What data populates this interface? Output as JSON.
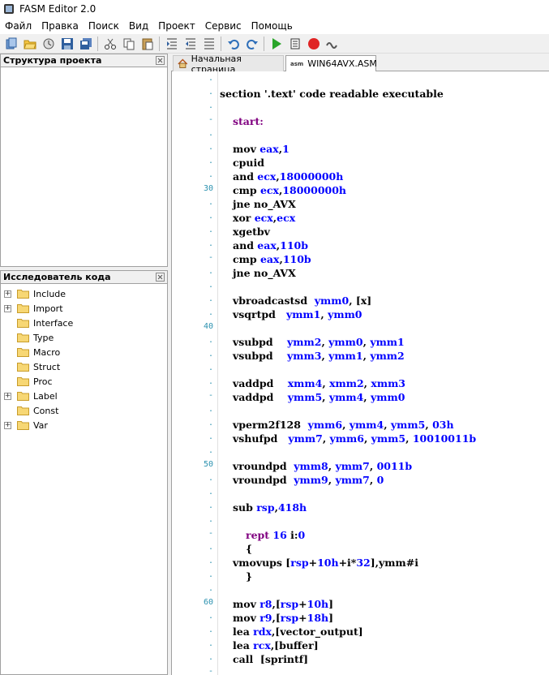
{
  "window": {
    "title": "FASM Editor 2.0"
  },
  "menu": [
    "Файл",
    "Правка",
    "Поиск",
    "Вид",
    "Проект",
    "Сервис",
    "Помощь"
  ],
  "toolbar_icons": [
    "new-project-icon",
    "open-icon",
    "open-recent-icon",
    "save-icon",
    "save-all-icon",
    "cut-icon",
    "copy-icon",
    "paste-icon",
    "indent-icon",
    "outdent-icon",
    "align-icon",
    "undo-icon",
    "redo-icon",
    "run-icon",
    "build-icon",
    "stop-icon",
    "debug-icon"
  ],
  "project_panel": {
    "title": "Структура проекта"
  },
  "explorer_panel": {
    "title": "Исследователь кода",
    "items": [
      {
        "label": "Include",
        "expandable": true
      },
      {
        "label": "Import",
        "expandable": true
      },
      {
        "label": "Interface",
        "expandable": false
      },
      {
        "label": "Type",
        "expandable": false
      },
      {
        "label": "Macro",
        "expandable": false
      },
      {
        "label": "Struct",
        "expandable": false
      },
      {
        "label": "Proc",
        "expandable": false
      },
      {
        "label": "Label",
        "expandable": true
      },
      {
        "label": "Const",
        "expandable": false
      },
      {
        "label": "Var",
        "expandable": true
      }
    ]
  },
  "tabs": [
    {
      "label": "Начальная страница",
      "active": false
    },
    {
      "label": "WIN64AVX.ASM",
      "tag": "asm",
      "active": true
    }
  ],
  "editor": {
    "gutter": [
      {
        "row": 0,
        "text": "."
      },
      {
        "row": 1,
        "text": "."
      },
      {
        "row": 2,
        "text": "."
      },
      {
        "row": 3,
        "text": "-"
      },
      {
        "row": 4,
        "text": "."
      },
      {
        "row": 5,
        "text": "."
      },
      {
        "row": 6,
        "text": "."
      },
      {
        "row": 7,
        "text": "."
      },
      {
        "row": 8,
        "text": "30"
      },
      {
        "row": 9,
        "text": "."
      },
      {
        "row": 10,
        "text": "."
      },
      {
        "row": 11,
        "text": "."
      },
      {
        "row": 12,
        "text": "."
      },
      {
        "row": 13,
        "text": "-"
      },
      {
        "row": 14,
        "text": "."
      },
      {
        "row": 15,
        "text": "."
      },
      {
        "row": 16,
        "text": "."
      },
      {
        "row": 17,
        "text": "."
      },
      {
        "row": 18,
        "text": "40"
      },
      {
        "row": 19,
        "text": "."
      },
      {
        "row": 20,
        "text": "."
      },
      {
        "row": 21,
        "text": "."
      },
      {
        "row": 22,
        "text": "."
      },
      {
        "row": 23,
        "text": "-"
      },
      {
        "row": 24,
        "text": "."
      },
      {
        "row": 25,
        "text": "."
      },
      {
        "row": 26,
        "text": "."
      },
      {
        "row": 27,
        "text": "."
      },
      {
        "row": 28,
        "text": "50"
      },
      {
        "row": 29,
        "text": "."
      },
      {
        "row": 30,
        "text": "."
      },
      {
        "row": 31,
        "text": "."
      },
      {
        "row": 32,
        "text": "."
      },
      {
        "row": 33,
        "text": "-"
      },
      {
        "row": 34,
        "text": "."
      },
      {
        "row": 35,
        "text": "."
      },
      {
        "row": 36,
        "text": "."
      },
      {
        "row": 37,
        "text": "."
      },
      {
        "row": 38,
        "text": "60"
      },
      {
        "row": 39,
        "text": "."
      },
      {
        "row": 40,
        "text": "."
      },
      {
        "row": 41,
        "text": "."
      },
      {
        "row": 42,
        "text": "."
      },
      {
        "row": 43,
        "text": "-"
      }
    ],
    "lines": [
      {
        "row": 1,
        "indent": 0,
        "tokens": [
          {
            "t": "section "
          },
          {
            "t": "'.text'",
            "c": "str"
          },
          {
            "t": " code readable executable"
          }
        ]
      },
      {
        "row": 3,
        "indent": 2,
        "tokens": [
          {
            "t": "start:",
            "c": "lbl"
          }
        ]
      },
      {
        "row": 5,
        "indent": 2,
        "tokens": [
          {
            "t": "mov "
          },
          {
            "t": "eax",
            "c": "reg"
          },
          {
            "t": ","
          },
          {
            "t": "1",
            "c": "num"
          }
        ]
      },
      {
        "row": 6,
        "indent": 2,
        "tokens": [
          {
            "t": "cpuid"
          }
        ]
      },
      {
        "row": 7,
        "indent": 2,
        "tokens": [
          {
            "t": "and "
          },
          {
            "t": "ecx",
            "c": "reg"
          },
          {
            "t": ","
          },
          {
            "t": "18000000h",
            "c": "num"
          }
        ]
      },
      {
        "row": 8,
        "indent": 2,
        "tokens": [
          {
            "t": "cmp "
          },
          {
            "t": "ecx",
            "c": "reg"
          },
          {
            "t": ","
          },
          {
            "t": "18000000h",
            "c": "num"
          }
        ]
      },
      {
        "row": 9,
        "indent": 2,
        "tokens": [
          {
            "t": "jne no_AVX"
          }
        ]
      },
      {
        "row": 10,
        "indent": 2,
        "tokens": [
          {
            "t": "xor "
          },
          {
            "t": "ecx",
            "c": "reg"
          },
          {
            "t": ","
          },
          {
            "t": "ecx",
            "c": "reg"
          }
        ]
      },
      {
        "row": 11,
        "indent": 2,
        "tokens": [
          {
            "t": "xgetbv"
          }
        ]
      },
      {
        "row": 12,
        "indent": 2,
        "tokens": [
          {
            "t": "and "
          },
          {
            "t": "eax",
            "c": "reg"
          },
          {
            "t": ","
          },
          {
            "t": "110b",
            "c": "num"
          }
        ]
      },
      {
        "row": 13,
        "indent": 2,
        "tokens": [
          {
            "t": "cmp "
          },
          {
            "t": "eax",
            "c": "reg"
          },
          {
            "t": ","
          },
          {
            "t": "110b",
            "c": "num"
          }
        ]
      },
      {
        "row": 14,
        "indent": 2,
        "tokens": [
          {
            "t": "jne no_AVX"
          }
        ]
      },
      {
        "row": 16,
        "indent": 2,
        "tokens": [
          {
            "t": "vbroadcastsd  "
          },
          {
            "t": "ymm0",
            "c": "reg"
          },
          {
            "t": ", [x]"
          }
        ]
      },
      {
        "row": 17,
        "indent": 2,
        "tokens": [
          {
            "t": "vsqrtpd   "
          },
          {
            "t": "ymm1",
            "c": "reg"
          },
          {
            "t": ", "
          },
          {
            "t": "ymm0",
            "c": "reg"
          }
        ]
      },
      {
        "row": 19,
        "indent": 2,
        "tokens": [
          {
            "t": "vsubpd    "
          },
          {
            "t": "ymm2",
            "c": "reg"
          },
          {
            "t": ", "
          },
          {
            "t": "ymm0",
            "c": "reg"
          },
          {
            "t": ", "
          },
          {
            "t": "ymm1",
            "c": "reg"
          }
        ]
      },
      {
        "row": 20,
        "indent": 2,
        "tokens": [
          {
            "t": "vsubpd    "
          },
          {
            "t": "ymm3",
            "c": "reg"
          },
          {
            "t": ", "
          },
          {
            "t": "ymm1",
            "c": "reg"
          },
          {
            "t": ", "
          },
          {
            "t": "ymm2",
            "c": "reg"
          }
        ]
      },
      {
        "row": 22,
        "indent": 2,
        "tokens": [
          {
            "t": "vaddpd    "
          },
          {
            "t": "xmm4",
            "c": "reg"
          },
          {
            "t": ", "
          },
          {
            "t": "xmm2",
            "c": "reg"
          },
          {
            "t": ", "
          },
          {
            "t": "xmm3",
            "c": "reg"
          }
        ]
      },
      {
        "row": 23,
        "indent": 2,
        "tokens": [
          {
            "t": "vaddpd    "
          },
          {
            "t": "ymm5",
            "c": "reg"
          },
          {
            "t": ", "
          },
          {
            "t": "ymm4",
            "c": "reg"
          },
          {
            "t": ", "
          },
          {
            "t": "ymm0",
            "c": "reg"
          }
        ]
      },
      {
        "row": 25,
        "indent": 2,
        "tokens": [
          {
            "t": "vperm2f128  "
          },
          {
            "t": "ymm6",
            "c": "reg"
          },
          {
            "t": ", "
          },
          {
            "t": "ymm4",
            "c": "reg"
          },
          {
            "t": ", "
          },
          {
            "t": "ymm5",
            "c": "reg"
          },
          {
            "t": ", "
          },
          {
            "t": "03h",
            "c": "num"
          }
        ]
      },
      {
        "row": 26,
        "indent": 2,
        "tokens": [
          {
            "t": "vshufpd   "
          },
          {
            "t": "ymm7",
            "c": "reg"
          },
          {
            "t": ", "
          },
          {
            "t": "ymm6",
            "c": "reg"
          },
          {
            "t": ", "
          },
          {
            "t": "ymm5",
            "c": "reg"
          },
          {
            "t": ", "
          },
          {
            "t": "10010011b",
            "c": "num"
          }
        ]
      },
      {
        "row": 28,
        "indent": 2,
        "tokens": [
          {
            "t": "vroundpd  "
          },
          {
            "t": "ymm8",
            "c": "reg"
          },
          {
            "t": ", "
          },
          {
            "t": "ymm7",
            "c": "reg"
          },
          {
            "t": ", "
          },
          {
            "t": "0011b",
            "c": "num"
          }
        ]
      },
      {
        "row": 29,
        "indent": 2,
        "tokens": [
          {
            "t": "vroundpd  "
          },
          {
            "t": "ymm9",
            "c": "reg"
          },
          {
            "t": ", "
          },
          {
            "t": "ymm7",
            "c": "reg"
          },
          {
            "t": ", "
          },
          {
            "t": "0",
            "c": "num"
          }
        ]
      },
      {
        "row": 31,
        "indent": 2,
        "tokens": [
          {
            "t": "sub "
          },
          {
            "t": "rsp",
            "c": "reg"
          },
          {
            "t": ","
          },
          {
            "t": "418h",
            "c": "num"
          }
        ]
      },
      {
        "row": 33,
        "indent": 4,
        "tokens": [
          {
            "t": "rept ",
            "c": "lbl"
          },
          {
            "t": "16 ",
            "c": "num"
          },
          {
            "t": "i:"
          },
          {
            "t": "0",
            "c": "num"
          }
        ]
      },
      {
        "row": 34,
        "indent": 4,
        "tokens": [
          {
            "t": "{"
          }
        ]
      },
      {
        "row": 35,
        "indent": 2,
        "tokens": [
          {
            "t": "vmovups ["
          },
          {
            "t": "rsp",
            "c": "reg"
          },
          {
            "t": "+"
          },
          {
            "t": "10h",
            "c": "num"
          },
          {
            "t": "+i*"
          },
          {
            "t": "32",
            "c": "num"
          },
          {
            "t": "],ymm#i"
          }
        ]
      },
      {
        "row": 36,
        "indent": 4,
        "tokens": [
          {
            "t": "}"
          }
        ]
      },
      {
        "row": 38,
        "indent": 2,
        "tokens": [
          {
            "t": "mov "
          },
          {
            "t": "r8",
            "c": "reg"
          },
          {
            "t": ",["
          },
          {
            "t": "rsp",
            "c": "reg"
          },
          {
            "t": "+"
          },
          {
            "t": "10h",
            "c": "num"
          },
          {
            "t": "]"
          }
        ]
      },
      {
        "row": 39,
        "indent": 2,
        "tokens": [
          {
            "t": "mov "
          },
          {
            "t": "r9",
            "c": "reg"
          },
          {
            "t": ",["
          },
          {
            "t": "rsp",
            "c": "reg"
          },
          {
            "t": "+"
          },
          {
            "t": "18h",
            "c": "num"
          },
          {
            "t": "]"
          }
        ]
      },
      {
        "row": 40,
        "indent": 2,
        "tokens": [
          {
            "t": "lea "
          },
          {
            "t": "rdx",
            "c": "reg"
          },
          {
            "t": ",[vector_output]"
          }
        ]
      },
      {
        "row": 41,
        "indent": 2,
        "tokens": [
          {
            "t": "lea "
          },
          {
            "t": "rcx",
            "c": "reg"
          },
          {
            "t": ",[buffer]"
          }
        ]
      },
      {
        "row": 42,
        "indent": 2,
        "tokens": [
          {
            "t": "call  [sprintf]"
          }
        ]
      }
    ]
  }
}
